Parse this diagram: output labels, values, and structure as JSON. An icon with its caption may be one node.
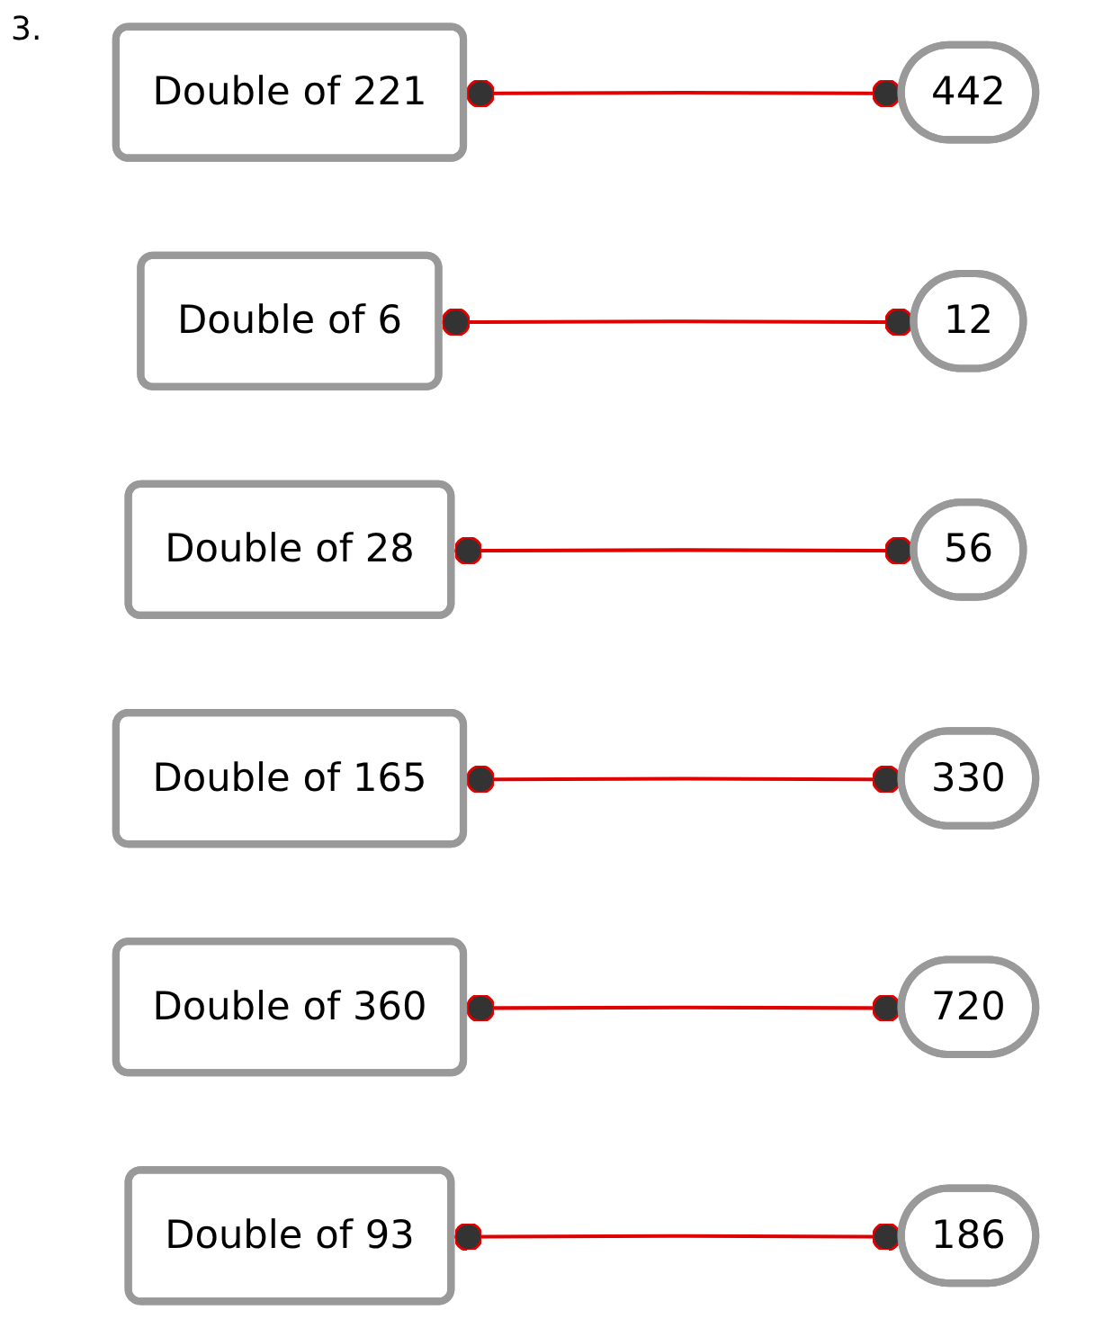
{
  "diagram": {
    "nodes": [
      {
        "text": [
          "Double of 221"
        ]
      },
      {
        "text": [
          "Double of 6"
        ]
      },
      {
        "text": [
          "Double of 28"
        ]
      },
      {
        "text": [
          "Double of 165"
        ]
      },
      {
        "text": [
          "Double of 360"
        ]
      },
      {
        "text": [
          "Double of 93"
        ]
      },
      {
        "text": [
          "56"
        ]
      },
      {
        "text": [
          "720"
        ]
      },
      {
        "text": [
          "330"
        ]
      },
      {
        "text": [
          "186"
        ]
      },
      {
        "text": [
          "12"
        ]
      },
      {
        "text": [
          "442"
        ]
      }
    ],
    "edges": [
      {
        "from": 0,
        "to": 11,
        "arrow": "other"
      },
      {
        "from": 1,
        "to": 10,
        "arrow": "other"
      },
      {
        "from": 2,
        "to": 6,
        "arrow": "other"
      },
      {
        "from": 3,
        "to": 8,
        "arrow": "other"
      },
      {
        "from": 4,
        "to": 7,
        "arrow": "other"
      },
      {
        "from": 5,
        "to": 9,
        "arrow": "other"
      }
    ],
    "labels": [
      "3."
    ]
  }
}
